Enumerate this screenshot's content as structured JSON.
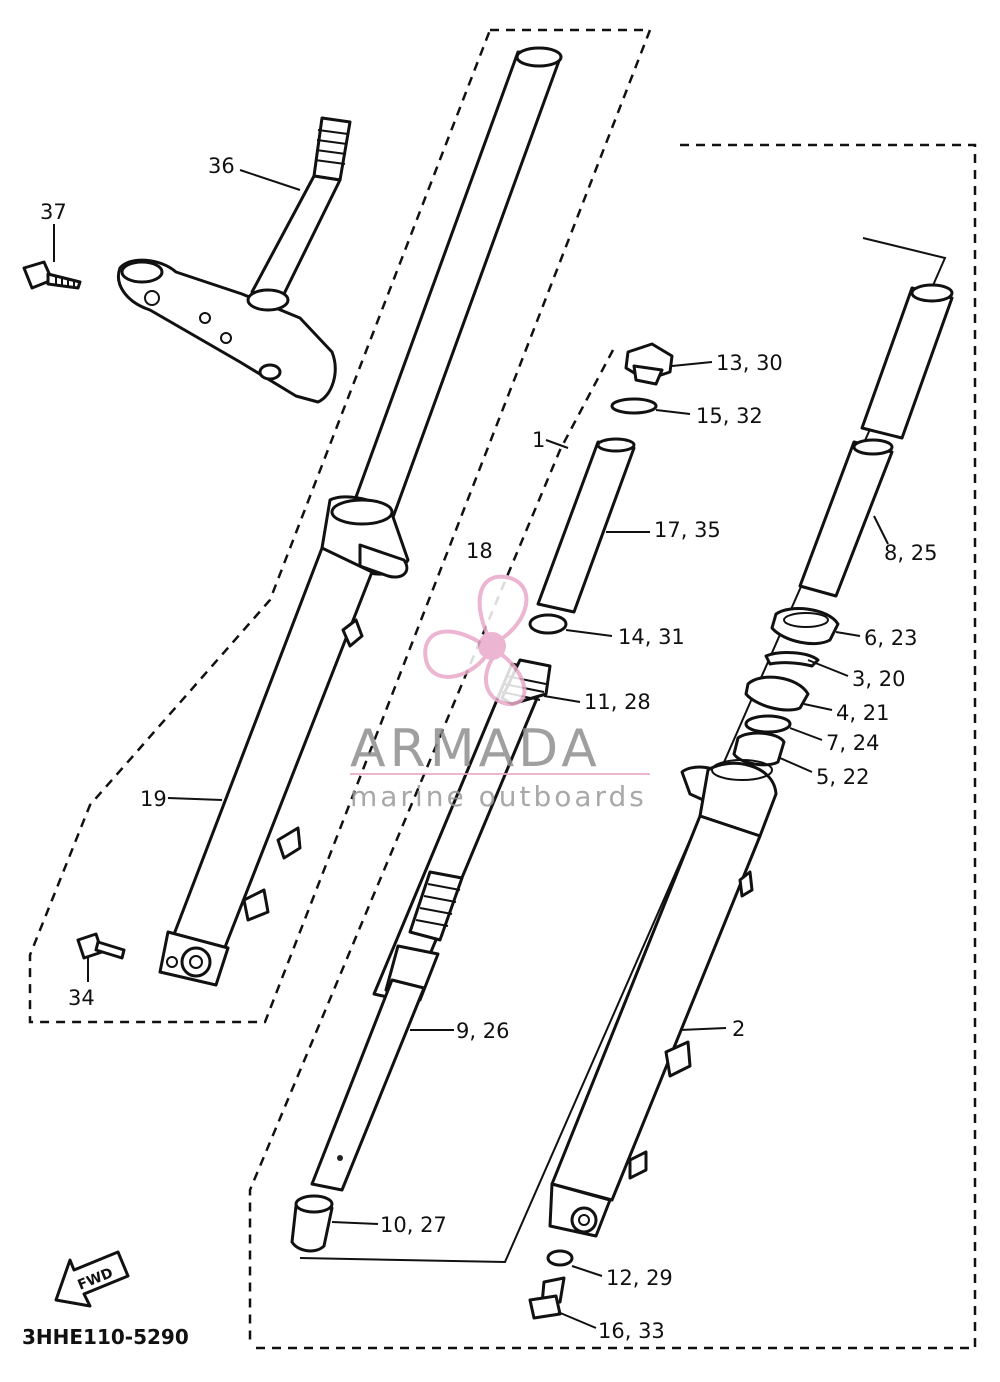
{
  "diagram": {
    "callouts": {
      "c1": "1",
      "c2": "2",
      "c18": "18",
      "c19": "19",
      "c34": "34",
      "c36": "36",
      "c37": "37",
      "c3_20": "3, 20",
      "c4_21": "4, 21",
      "c5_22": "5, 22",
      "c6_23": "6, 23",
      "c7_24": "7, 24",
      "c8_25": "8, 25",
      "c9_26": "9, 26",
      "c10_27": "10, 27",
      "c11_28": "11, 28",
      "c12_29": "12, 29",
      "c13_30": "13, 30",
      "c14_31": "14, 31",
      "c15_32": "15, 32",
      "c16_33": "16, 33",
      "c17_35": "17, 35"
    },
    "drawing_code": "3HHE110-5290",
    "fwd_arrow_text": "FWD"
  },
  "watermark": {
    "brand": "ARMADA",
    "tagline": "marine outboards",
    "brand_color": "#8f8f8f",
    "accent_color": "#e9a9c9"
  }
}
